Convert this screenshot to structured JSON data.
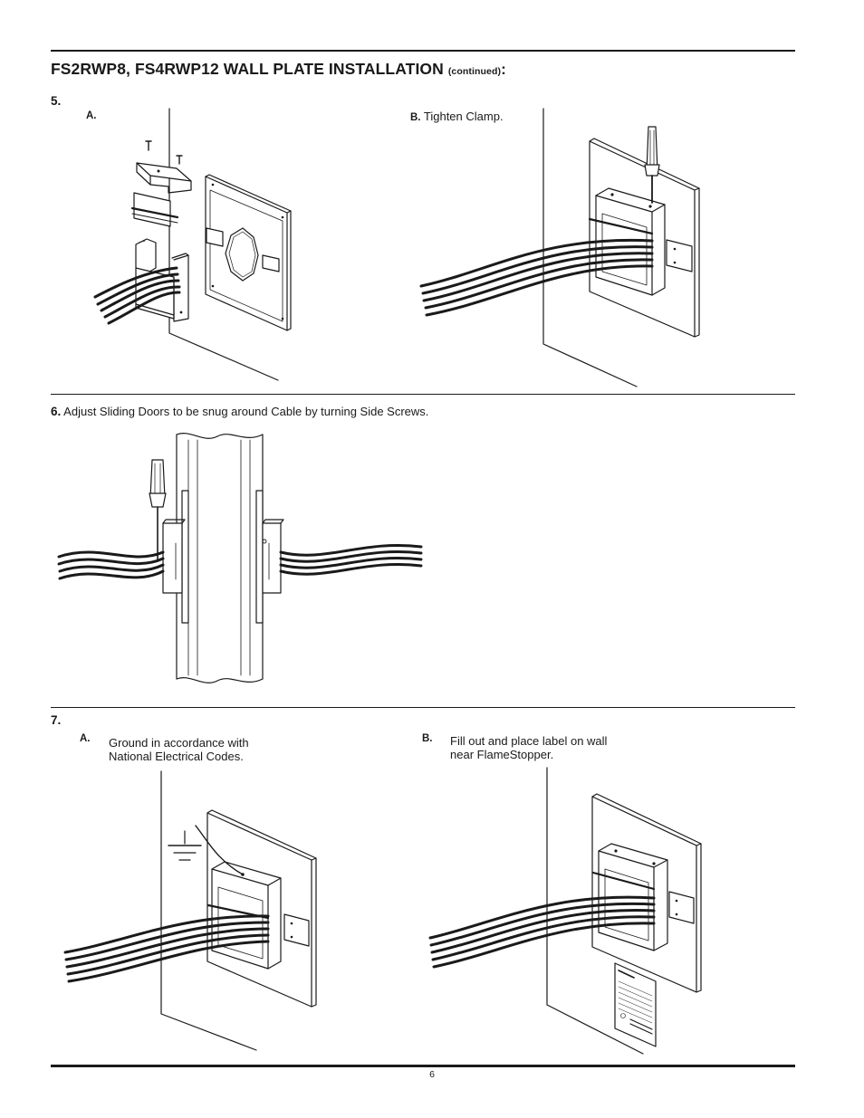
{
  "header": {
    "title": "FS2RWP8, FS4RWP12 WALL PLATE INSTALLATION",
    "continued": "(continued)",
    "colon": ":"
  },
  "steps": [
    {
      "number": "5.",
      "parts": [
        {
          "letter": "A.",
          "text": ""
        },
        {
          "letter": "B.",
          "text": "Tighten Clamp."
        }
      ]
    },
    {
      "number": "6.",
      "text": "Adjust Sliding Doors to be snug around Cable by turning Side Screws."
    },
    {
      "number": "7.",
      "parts": [
        {
          "letter": "A.",
          "line1": "Ground in accordance with",
          "line2": "National Electrical Codes."
        },
        {
          "letter": "B.",
          "line1": "Fill out and place label on wall",
          "line2": "near FlameStopper."
        }
      ]
    }
  ],
  "footer": {
    "page_number": "6"
  },
  "colors": {
    "ink": "#1a1a1a",
    "paper": "#ffffff"
  },
  "icons": [
    "screw-icon",
    "screwdriver-icon",
    "ground-symbol-icon",
    "cable-bundle-icon",
    "label-icon"
  ]
}
